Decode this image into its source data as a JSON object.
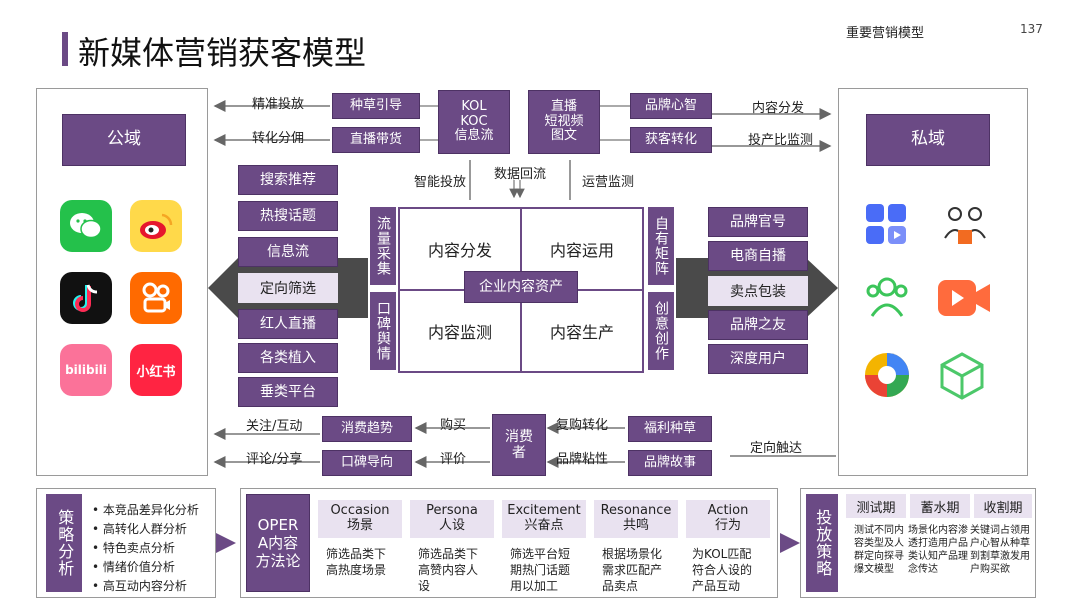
{
  "header": {
    "title": "新媒体营销获客模型",
    "section": "重要营销模型",
    "page_number": "137"
  },
  "public": {
    "title": "公域",
    "icons": [
      "wechat-icon",
      "weibo-icon",
      "douyin-icon",
      "kuaishou-icon",
      "bilibili-icon",
      "xiaohongshu-icon"
    ],
    "bilibili_text": "bilibili",
    "xiaohongshu_text": "小红书"
  },
  "private": {
    "title": "私域",
    "icons": [
      "apps-icon",
      "users-icon",
      "group-icon",
      "video-icon",
      "aperture-icon",
      "cube-icon"
    ]
  },
  "top": {
    "left_labels": [
      "精准投放",
      "转化分佣"
    ],
    "left_boxes": [
      "种草引导",
      "直播带货"
    ],
    "kol": "KOL\nKOC\n信息流",
    "live": "直播\n短视频\n图文",
    "right_boxes": [
      "品牌心智",
      "获客转化"
    ],
    "right_labels": [
      "内容分发",
      "投产比监测"
    ],
    "under": [
      "智能投放",
      "数据回流",
      "运营监测"
    ]
  },
  "left_list": [
    "搜索推荐",
    "热搜话题",
    "信息流",
    "定向筛选",
    "红人直播",
    "各类植入",
    "垂类平台"
  ],
  "right_list": [
    "品牌官号",
    "电商自播",
    "卖点包装",
    "品牌之友",
    "深度用户"
  ],
  "center": {
    "left_v_top": "流量采集",
    "left_v_bottom": "口碑舆情",
    "right_v_top": "自有矩阵",
    "right_v_bottom": "创意创作",
    "cells": [
      "内容分发",
      "内容运用",
      "内容监测",
      "内容生产"
    ],
    "core": "企业内容资产"
  },
  "bottom_flow": {
    "left_labels": [
      "关注/互动",
      "评论/分享"
    ],
    "left_boxes": [
      "消费趋势",
      "口碑导向"
    ],
    "mid_labels": [
      "购买",
      "评价"
    ],
    "consumer": "消费\n者",
    "right_labels": [
      "复购转化",
      "品牌粘性"
    ],
    "right_boxes": [
      "福利种草",
      "品牌故事"
    ],
    "targeting": "定向触达"
  },
  "strategy": {
    "title": "策略分析",
    "bullets": [
      "本竞品差异化分析",
      "高转化人群分析",
      "特色卖点分析",
      "情绪价值分析",
      "高互动内容分析"
    ]
  },
  "opera": {
    "title": "OPERA内容方法论",
    "columns": [
      {
        "en": "Occasion",
        "cn": "场景",
        "desc": "筛选品类下\n高热度场景"
      },
      {
        "en": "Persona",
        "cn": "人设",
        "desc": "筛选品类下\n高赞内容人\n设"
      },
      {
        "en": "Excitement",
        "cn": "兴奋点",
        "desc": "筛选平台短\n期热门话题\n用以加工"
      },
      {
        "en": "Resonance",
        "cn": "共鸣",
        "desc": "根据场景化\n需求匹配产\n品卖点"
      },
      {
        "en": "Action",
        "cn": "行为",
        "desc": "为KOL匹配\n符合人设的\n产品互动"
      }
    ]
  },
  "delivery": {
    "title": "投放策略",
    "phases": [
      {
        "name": "测试期",
        "desc": "测试不同内\n容类型及人\n群定向探寻\n爆文模型"
      },
      {
        "name": "蓄水期",
        "desc": "场景化内容渗\n透打造用户品\n类认知产品理\n念传达"
      },
      {
        "name": "收割期",
        "desc": "关键词占领用\n户心智从种草\n到割草激发用\n户购买欲"
      }
    ]
  },
  "colors": {
    "purple": "#6b4a85",
    "light": "#e9e2f0",
    "gray": "#4a4a4a"
  }
}
